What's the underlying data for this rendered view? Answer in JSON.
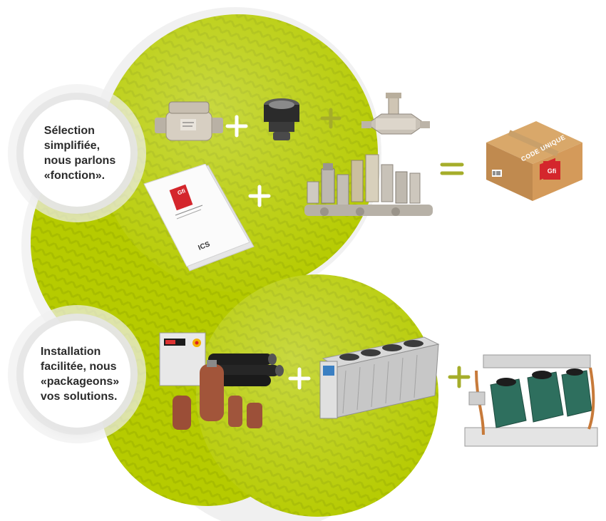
{
  "bubbles": [
    {
      "lines": [
        "Sélection",
        "simplifiée,",
        "nous parlons",
        "«fonction»."
      ]
    },
    {
      "lines": [
        "Installation",
        "facilitée, nous",
        "«packageons»",
        "vos solutions."
      ]
    }
  ],
  "box": {
    "label": "CODE UNIQUE",
    "logo": "Gfi"
  },
  "brochure": {
    "logo": "Gfi",
    "title": "ICS"
  },
  "colors": {
    "green": "#b4c800",
    "green_dark": "#9fb400",
    "plus": "#ffffff",
    "plus_green": "#a5ad2a"
  }
}
